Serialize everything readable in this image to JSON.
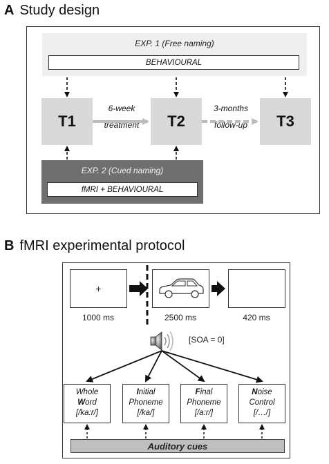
{
  "panel_a": {
    "letter": "A",
    "title": "Study design",
    "exp1": {
      "title": "EXP. 1 (Free naming)",
      "measure": "BEHAVIOURAL"
    },
    "timepoints": [
      "T1",
      "T2",
      "T3"
    ],
    "arrow1": {
      "line1": "6-week",
      "line2": "treatment"
    },
    "arrow2": {
      "line1": "3-months",
      "line2": "follow-up"
    },
    "exp2": {
      "title": "EXP. 2 (Cued naming)",
      "measure": "fMRI + BEHAVIOURAL"
    }
  },
  "panel_b": {
    "letter": "B",
    "title": "fMRI experimental protocol",
    "screens": [
      {
        "content": "+",
        "duration": "1000 ms"
      },
      {
        "content": "car-icon",
        "duration": "2500 ms"
      },
      {
        "content": "",
        "duration": "420 ms"
      }
    ],
    "soa": "[SOA = 0]",
    "speaker_icon": "speaker-icon",
    "cues": [
      {
        "bold1": "",
        "line1": "Whole",
        "bold2": "W",
        "line2": "ord",
        "ipa": "[/ka:r/]"
      },
      {
        "bold1": "I",
        "line1": "nitial",
        "bold2": "",
        "line2": "Phoneme",
        "ipa": "[/ka/]"
      },
      {
        "bold1": "F",
        "line1": "inal",
        "bold2": "",
        "line2": "Phoneme",
        "ipa": "[/a:r/]"
      },
      {
        "bold1": "N",
        "line1": "oise",
        "bold2": "",
        "line2": "Control",
        "ipa": "[/…/]"
      }
    ],
    "auditory_cues": "Auditory cues"
  },
  "colors": {
    "gray_box": "#d9d9d9",
    "dark_box": "#6f6f6f",
    "light_band": "#efefef",
    "arrow_gray": "#bdbdbd"
  }
}
